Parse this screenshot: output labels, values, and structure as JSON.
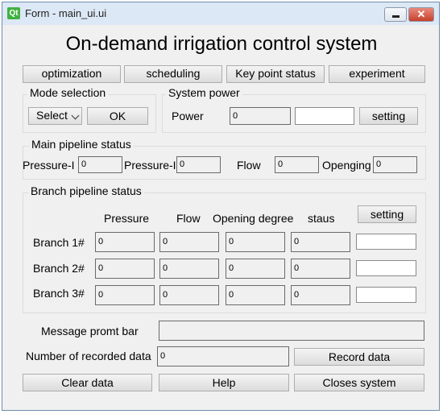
{
  "window": {
    "title": "Form - main_ui.ui",
    "logo_text": "Qt",
    "close_glyph": "✕",
    "icons": [
      "qt-logo-icon",
      "minimize-icon",
      "close-icon"
    ]
  },
  "app": {
    "heading": "On-demand irrigation control system"
  },
  "tabs": [
    "optimization",
    "scheduling",
    "Key point status",
    "experiment"
  ],
  "mode": {
    "group_label": "Mode selection",
    "select_value": "Select",
    "ok_label": "OK"
  },
  "power": {
    "group_label": "System power",
    "label": "Power",
    "value": "0",
    "input_value": "",
    "setting_label": "setting"
  },
  "main_pipeline": {
    "group_label": "Main pipeline status",
    "pressure1_label": "Pressure-I",
    "pressure1_value": "0",
    "pressure2_label": "Pressure-I",
    "pressure2_value": "0",
    "flow_label": "Flow",
    "flow_value": "0",
    "opening_label": "Openging",
    "opening_value": "0"
  },
  "branch": {
    "group_label": "Branch pipeline status",
    "headers": [
      "Pressure",
      "Flow",
      "Opening degree",
      "staus"
    ],
    "setting_label": "setting",
    "rows": [
      {
        "label": "Branch 1#",
        "pressure": "0",
        "flow": "0",
        "opening": "0",
        "status": "0",
        "input": ""
      },
      {
        "label": "Branch 2#",
        "pressure": "0",
        "flow": "0",
        "opening": "0",
        "status": "0",
        "input": ""
      },
      {
        "label": "Branch 3#",
        "pressure": "0",
        "flow": "0",
        "opening": "0",
        "status": "0",
        "input": ""
      }
    ]
  },
  "message": {
    "label": "Message promt bar",
    "value": ""
  },
  "records": {
    "label": "Number of recorded data",
    "value": "0",
    "record_button": "Record data"
  },
  "footer": {
    "clear": "Clear data",
    "help": "Help",
    "close": "Closes system"
  },
  "colors": {
    "window_bg": "#f0f0f0",
    "titlebar": "#dce8f5",
    "close_button": "#c7402c",
    "qt_green": "#41b142"
  }
}
